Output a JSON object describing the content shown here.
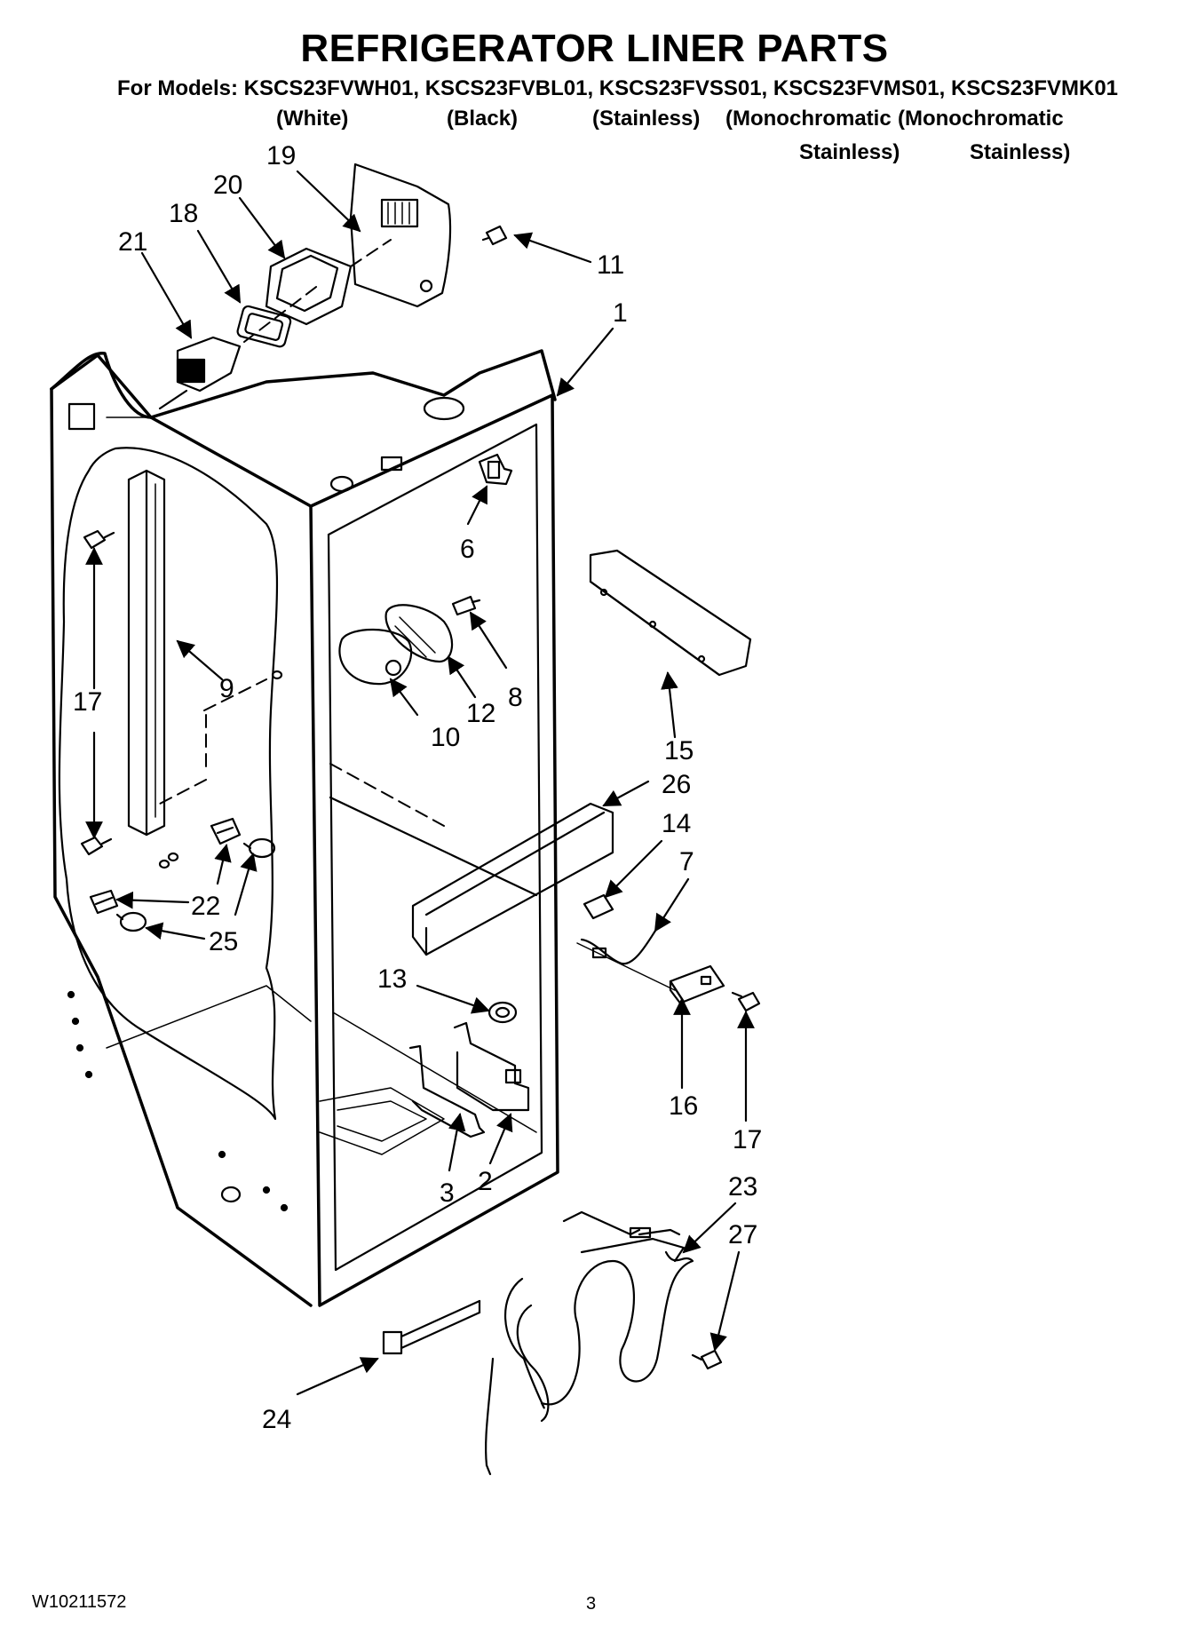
{
  "header": {
    "title": "REFRIGERATOR LINER PARTS",
    "models_line": "For Models: KSCS23FVWH01, KSCS23FVBL01, KSCS23FVSS01, KSCS23FVMS01, KSCS23FVMK01",
    "variants": [
      {
        "line1": "(White)",
        "line2": ""
      },
      {
        "line1": "(Black)",
        "line2": ""
      },
      {
        "line1": "(Stainless)",
        "line2": ""
      },
      {
        "line1": "(Monochromatic",
        "line2": "Stainless)"
      },
      {
        "line1": "(Monochromatic",
        "line2": "Stainless)"
      }
    ]
  },
  "callouts": {
    "c19": "19",
    "c20": "20",
    "c18": "18",
    "c21": "21",
    "c11": "11",
    "c1": "1",
    "c6": "6",
    "c17a": "17",
    "c9": "9",
    "c8": "8",
    "c12": "12",
    "c10": "10",
    "c15": "15",
    "c26": "26",
    "c14": "14",
    "c7": "7",
    "c22": "22",
    "c25": "25",
    "c13": "13",
    "c16": "16",
    "c17b": "17",
    "c3": "3",
    "c2": "2",
    "c23": "23",
    "c27": "27",
    "c24": "24"
  },
  "footer": {
    "doc_number": "W10211572",
    "page_number": "3"
  }
}
